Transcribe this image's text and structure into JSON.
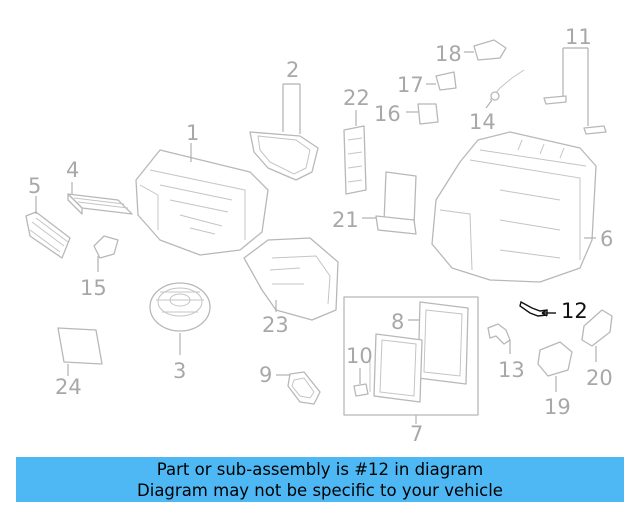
{
  "diagram": {
    "callouts": [
      {
        "id": "1",
        "label": "1"
      },
      {
        "id": "2",
        "label": "2"
      },
      {
        "id": "3",
        "label": "3"
      },
      {
        "id": "4",
        "label": "4"
      },
      {
        "id": "5",
        "label": "5"
      },
      {
        "id": "6",
        "label": "6"
      },
      {
        "id": "7",
        "label": "7"
      },
      {
        "id": "8",
        "label": "8"
      },
      {
        "id": "9",
        "label": "9"
      },
      {
        "id": "10",
        "label": "10"
      },
      {
        "id": "11",
        "label": "11"
      },
      {
        "id": "12",
        "label": "12",
        "highlighted": true
      },
      {
        "id": "13",
        "label": "13"
      },
      {
        "id": "14",
        "label": "14"
      },
      {
        "id": "15",
        "label": "15"
      },
      {
        "id": "16",
        "label": "16"
      },
      {
        "id": "17",
        "label": "17"
      },
      {
        "id": "18",
        "label": "18"
      },
      {
        "id": "19",
        "label": "19"
      },
      {
        "id": "20",
        "label": "20"
      },
      {
        "id": "21",
        "label": "21"
      },
      {
        "id": "22",
        "label": "22"
      },
      {
        "id": "23",
        "label": "23"
      },
      {
        "id": "24",
        "label": "24"
      }
    ],
    "highlight_color": "#111111",
    "part_color": "#b8b8b8"
  },
  "banner": {
    "line1": "Part or sub-assembly is #12 in diagram",
    "line2": "Diagram may not be specific to your vehicle",
    "background": "#4db8f4"
  }
}
